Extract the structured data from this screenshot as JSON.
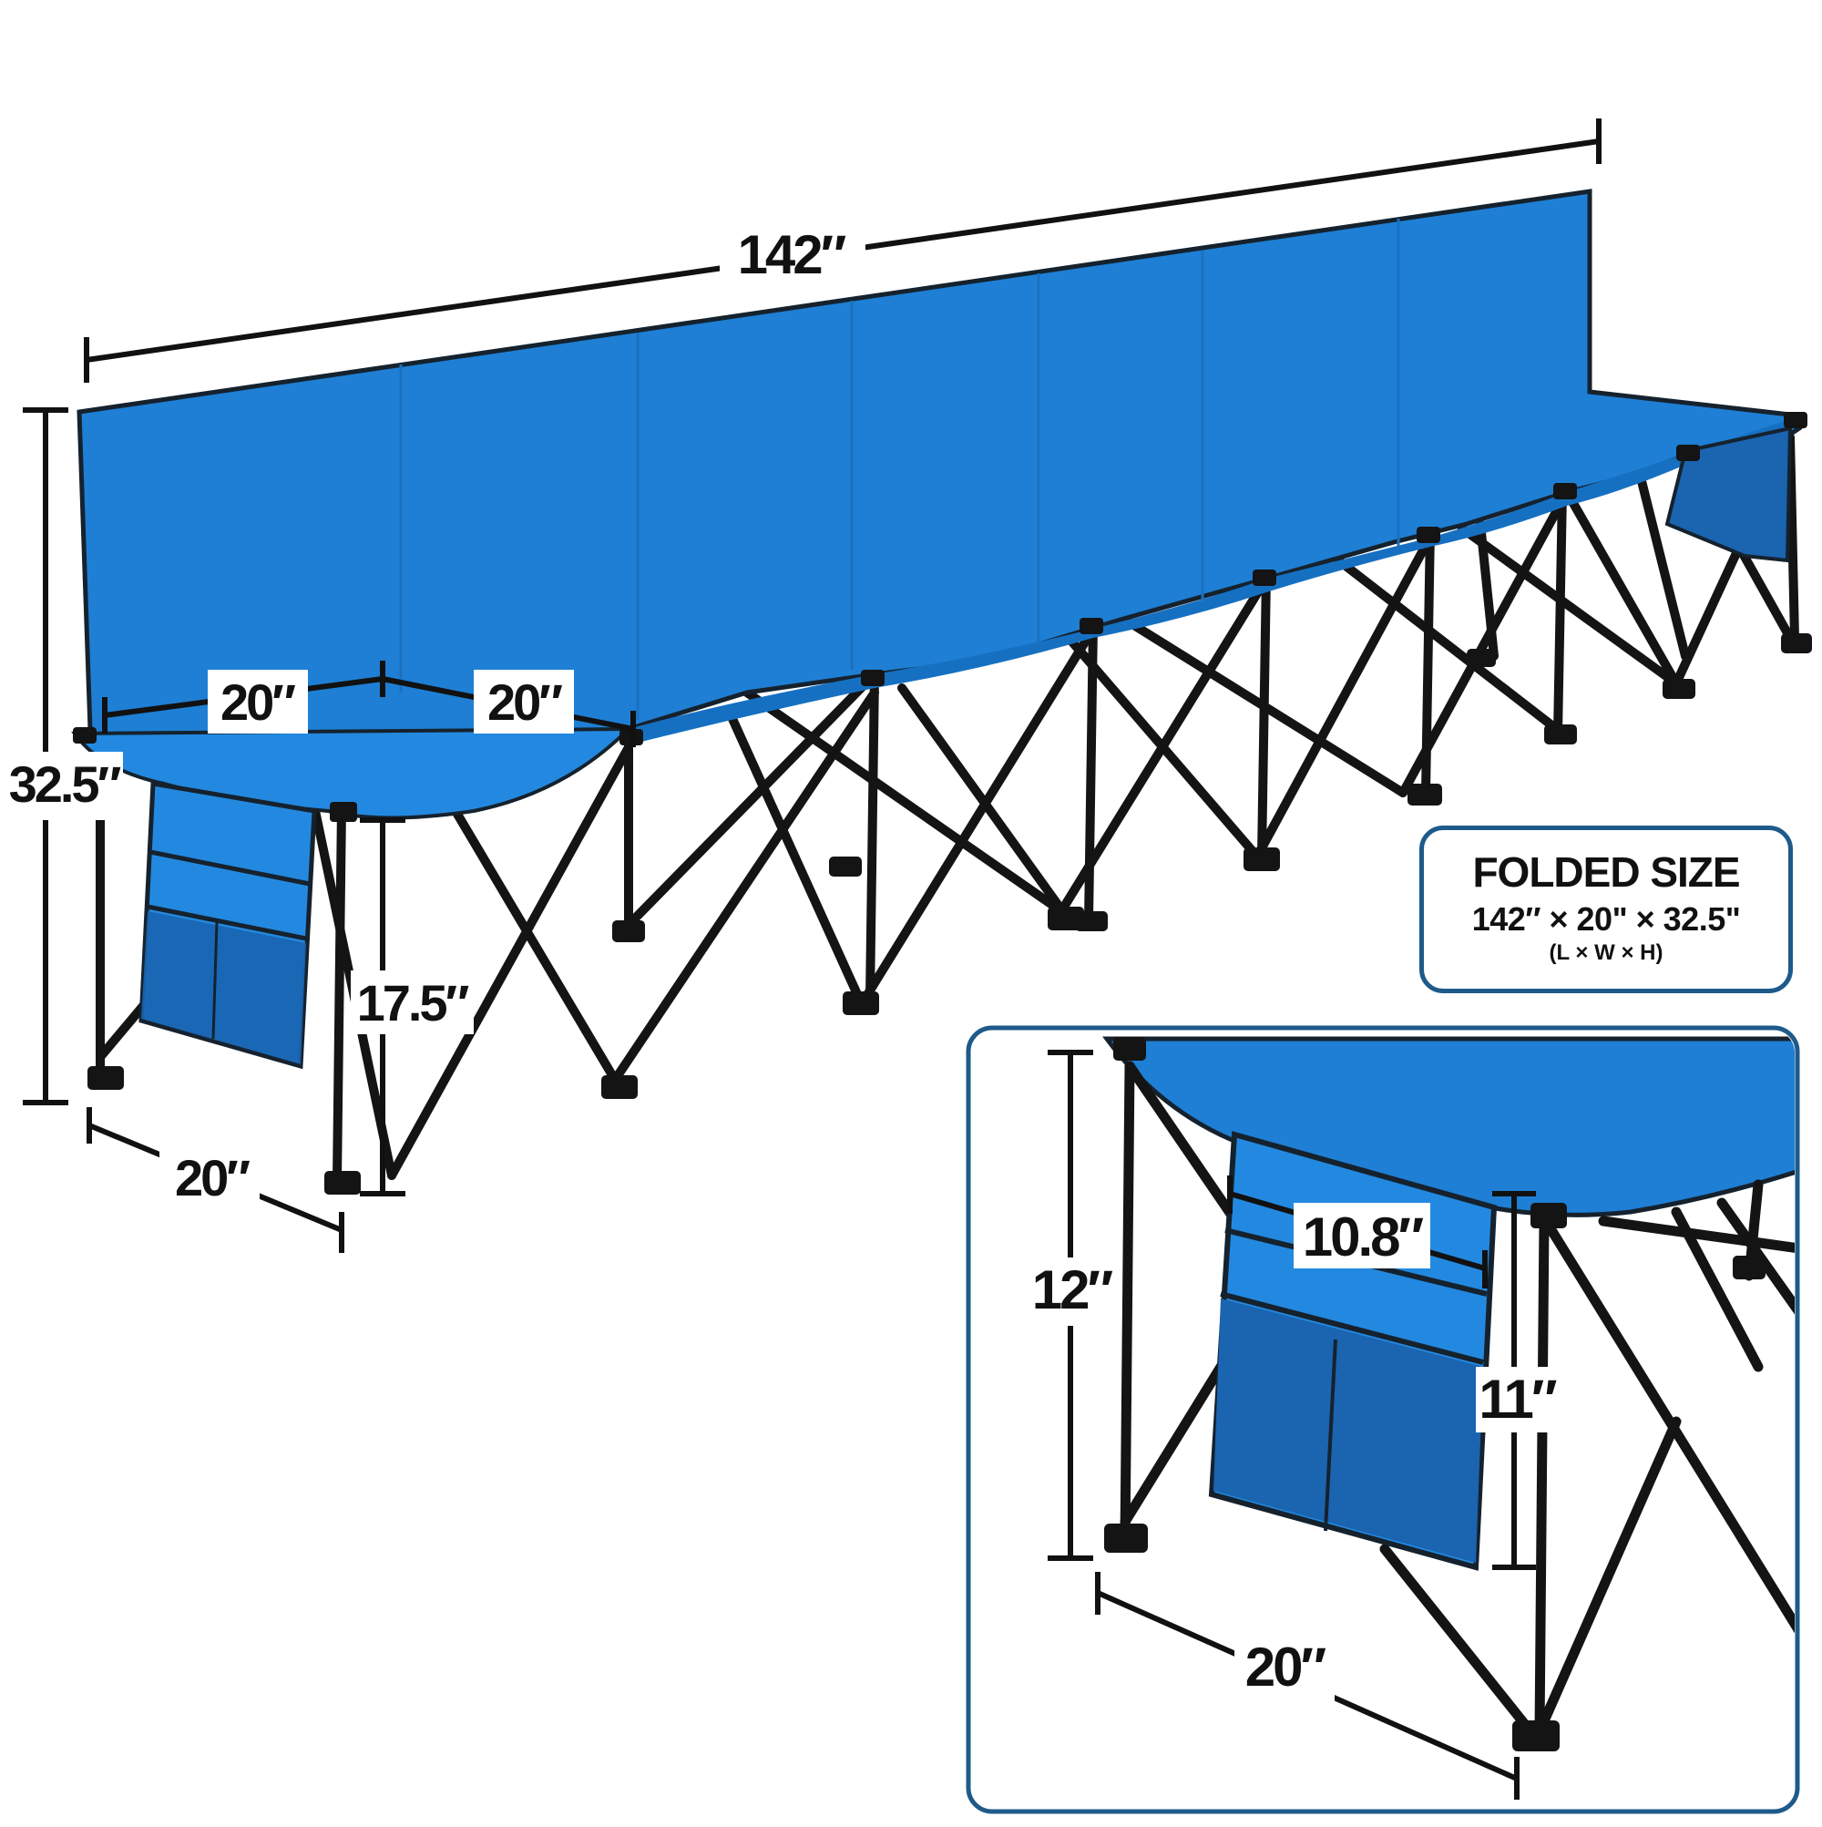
{
  "colors": {
    "fabric": "#1e7fd4",
    "fabric_dark": "#1566b3",
    "frame": "#141414",
    "inset_border": "#1e5a8a"
  },
  "main_view": {
    "length_label": "142″",
    "height_label": "32.5″",
    "seat_width_left_label": "20″",
    "seat_width_right_label": "20″",
    "seat_height_label": "17.5″",
    "depth_label": "20″"
  },
  "folded_size": {
    "title": "FOLDED SIZE",
    "dimensions": "142″ × 20\" × 32.5\"",
    "axes": "(L × W × H)"
  },
  "inset_view": {
    "pocket_width_label": "10.8″",
    "seat_height_label": "12″",
    "pocket_height_label": "11″",
    "depth_label": "20″"
  }
}
